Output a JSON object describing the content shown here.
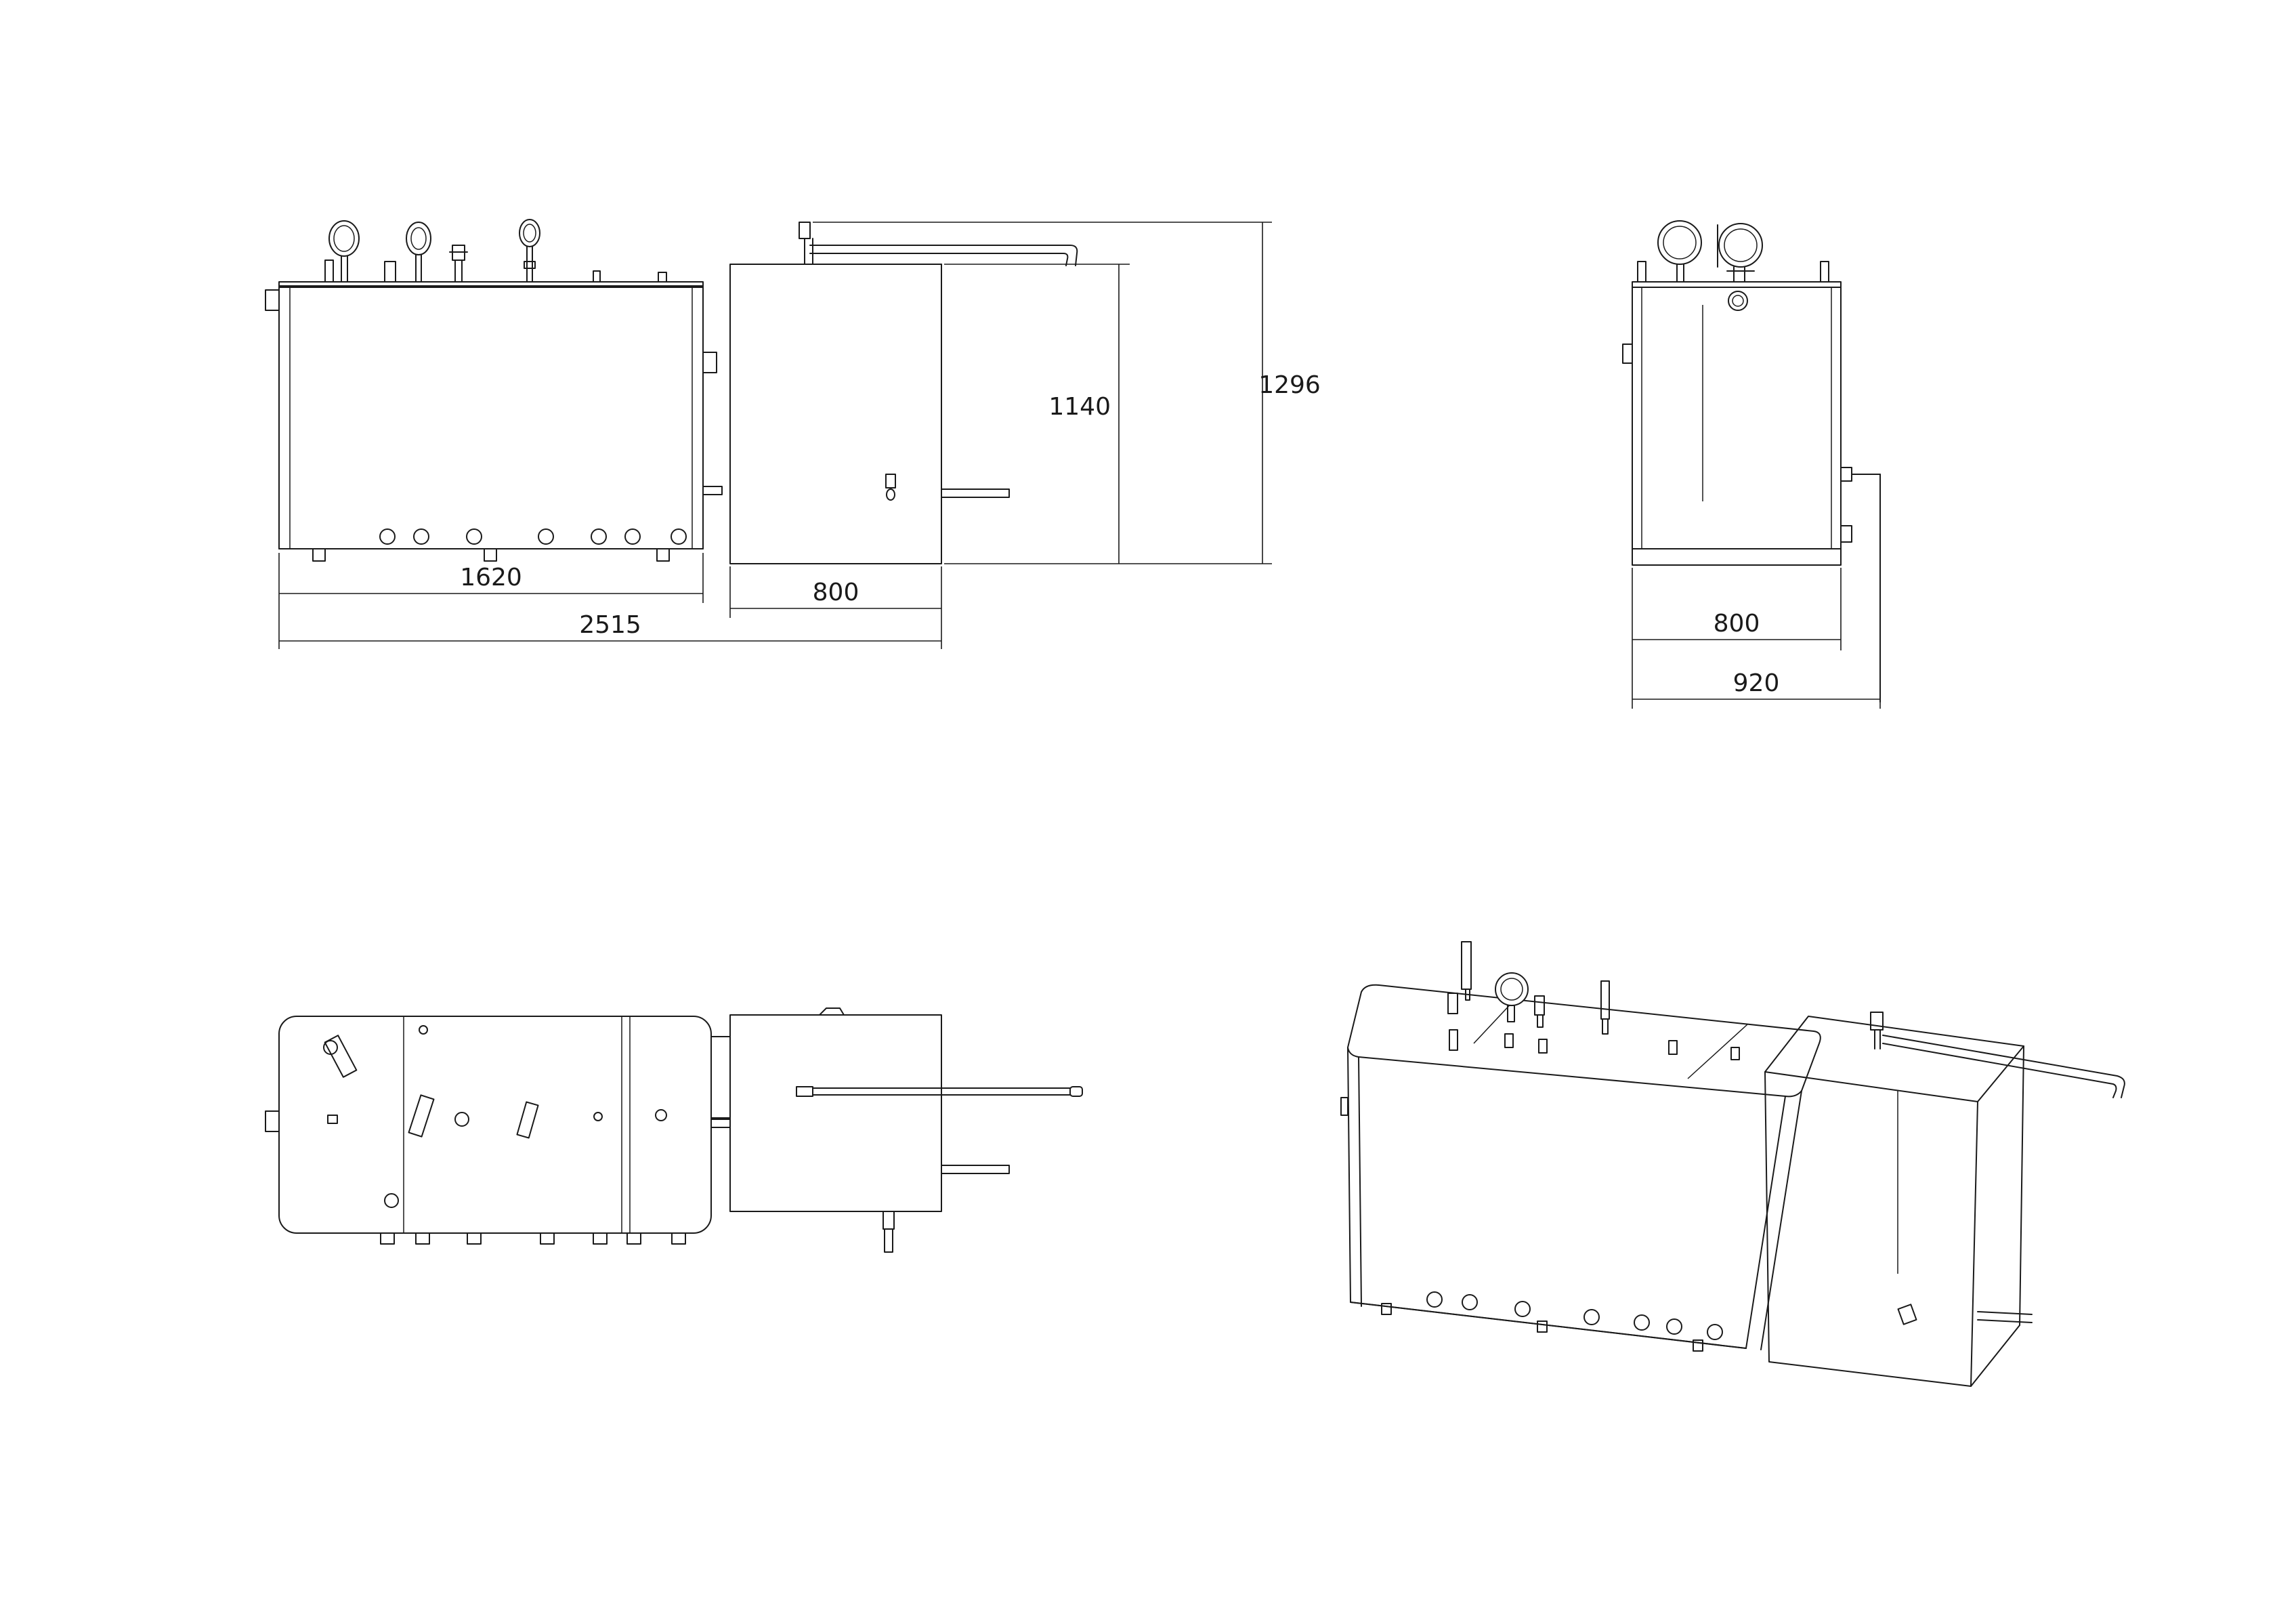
{
  "drawing": {
    "front_view": {
      "dim_tank_length": "1620",
      "dim_total_length": "2515",
      "dim_box_width": "800",
      "dim_box_height": "1140",
      "dim_total_height": "1296"
    },
    "side_view": {
      "dim_inner_width": "800",
      "dim_outer_width": "920"
    },
    "line_color": "#1a1a1a",
    "background_color": "#ffffff"
  }
}
